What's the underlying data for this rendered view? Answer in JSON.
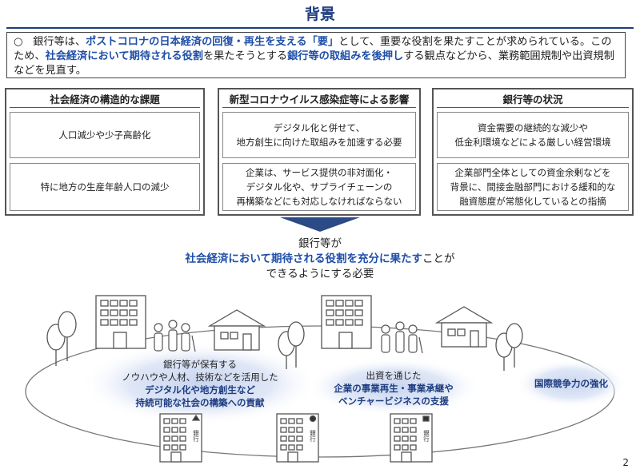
{
  "title": "背景",
  "intro": {
    "bullet": "○",
    "seg1": "銀行等は、",
    "seg2": "ポストコロナの日本経済の回復・再生を支える「要」",
    "seg3": "として、重要な役割を果たすことが求められている。このため、",
    "seg4": "社会経済において期待される役割",
    "seg5": "を果たそうとする",
    "seg6": "銀行等の取組みを後押し",
    "seg7": "する観点などから、業務範囲規制や出資規制などを見直す。"
  },
  "columns": [
    {
      "title": "社会経済の構造的な課題",
      "box1": [
        "人口減少や少子高齢化"
      ],
      "box2": [
        "特に地方の生産年齢人口の減少"
      ]
    },
    {
      "title": "新型コロナウイルス感染症等による影響",
      "box1": [
        "デジタル化と併せて、",
        "地方創生に向けた取組みを加速する必要"
      ],
      "box2": [
        "企業は、サービス提供の非対面化・",
        "デジタル化や、サプライチェーンの",
        "再構築などにも対応しなければならない"
      ]
    },
    {
      "title": "銀行等の状況",
      "box1": [
        "資金需要の継続的な減少や",
        "低金利環境などによる厳しい経営環境"
      ],
      "box2": [
        "企業部門全体としての資金余剰などを",
        "背景に、間接金融部門における緩和的な",
        "融資態度が常態化しているとの指摘"
      ]
    }
  ],
  "result": {
    "line1": "銀行等が",
    "line2_hl": "社会経済において期待される役割を充分に果たす",
    "line2_rest": "ことが",
    "line3": "できるようにする必要"
  },
  "bubbles": {
    "left": {
      "l1": "銀行等が保有する",
      "l2": "ノウハウや人材、技術などを活用した",
      "l3": "デジタル化や地方創生など",
      "l4": "持続可能な社会の構築への貢献"
    },
    "middle": {
      "l1": "出資を通じた",
      "l2": "企業の事業再生・事業承継や",
      "l3": "ベンチャービジネスの支援"
    },
    "right": {
      "l1": "国際競争力の強化"
    }
  },
  "bank_signs": [
    "銀行",
    "銀行",
    "銀行"
  ],
  "page_number": "2"
}
